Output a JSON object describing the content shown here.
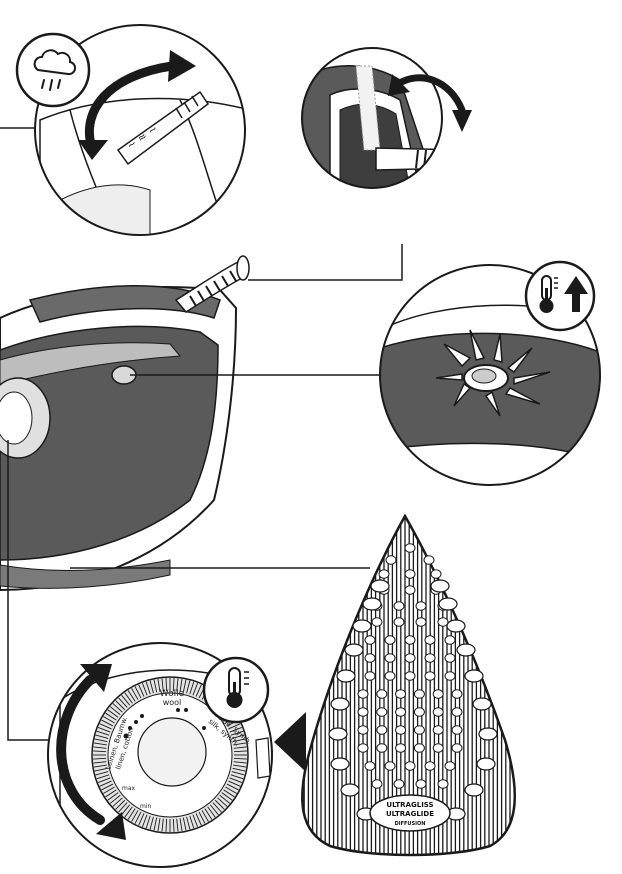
{
  "dial": {
    "label_wool_de": "Wolle",
    "label_wool_en": "wool",
    "label_silk_de": "Seide, Synth.",
    "label_silk_en": "silk, synth.",
    "label_linen_de": "Leinen, Baumw.",
    "label_linen_en": "linen, cotton",
    "label_max": "max",
    "label_min": "min"
  },
  "soleplate": {
    "brand_line1": "ULTRAGLISS",
    "brand_line2": "ULTRAGLIDE",
    "brand_line3": "DIFFUSION"
  },
  "icons": {
    "steam": "steam-cloud-icon",
    "temperature": "thermometer-icon",
    "temperature_up": "thermometer-up-arrow-icon"
  },
  "colors": {
    "iron_body": "#5a5a5a",
    "iron_dark": "#3e3e3e",
    "iron_light": "#bdbdbd",
    "outline": "#1a1a1a"
  }
}
